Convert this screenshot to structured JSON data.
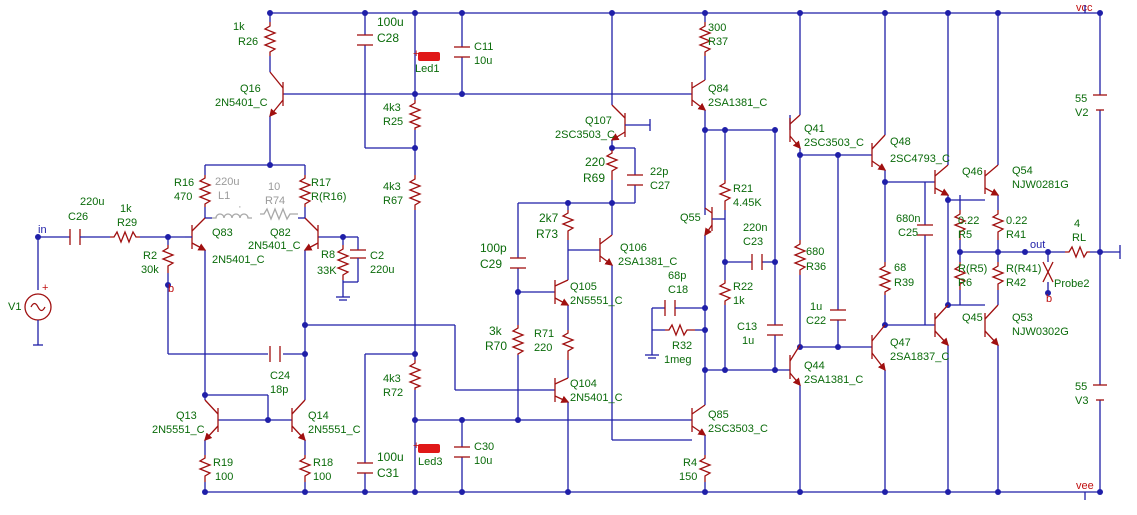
{
  "rails": {
    "vcc": "vcc",
    "vee": "vee"
  },
  "nodes": {
    "in": "in",
    "out": "out",
    "b1": "b",
    "b2": "b"
  },
  "labels": {
    "R26": [
      "1k",
      "R26"
    ],
    "C28": [
      "100u",
      "C28"
    ],
    "C11": [
      "C11",
      "10u"
    ],
    "Led1": "Led1",
    "R37": [
      "300",
      "R37"
    ],
    "Q16": [
      "Q16",
      "2N5401_C"
    ],
    "Q84": [
      "Q84",
      "2SA1381_C"
    ],
    "R25": [
      "4k3",
      "R25"
    ],
    "Q107": [
      "Q107",
      "2SC3503_C"
    ],
    "Q41": [
      "Q41",
      "2SC3503_C"
    ],
    "Q48": [
      "Q48",
      "2SC4793_C"
    ],
    "Q46": "Q46",
    "Q54": [
      "Q54",
      "NJW0281G"
    ],
    "R16": [
      "R16",
      "470"
    ],
    "L1": [
      "220u",
      "L1"
    ],
    "R74": [
      "10",
      "R74"
    ],
    "R17": [
      "R17",
      "R(R16)"
    ],
    "R67": [
      "4k3",
      "R67"
    ],
    "R69": [
      "220",
      "R69"
    ],
    "C27": [
      "22p",
      "C27"
    ],
    "R21": [
      "R21",
      "4.45K"
    ],
    "Q55": "Q55",
    "C25": [
      "680n",
      "C25"
    ],
    "R5": [
      "0.22",
      "R5"
    ],
    "R41": [
      "0.22",
      "R41"
    ],
    "RL": [
      "4",
      "RL"
    ],
    "V2": [
      "55",
      "V2"
    ],
    "C26": [
      "220u",
      "C26"
    ],
    "R29": [
      "1k",
      "R29"
    ],
    "Q83": [
      "Q83",
      "2N5401_C"
    ],
    "Q82": [
      "Q82",
      "2N5401_C"
    ],
    "R73": [
      "2k7",
      "R73"
    ],
    "Q106": [
      "Q106",
      "2SA1381_C"
    ],
    "C23": [
      "220n",
      "C23"
    ],
    "R2": [
      "R2",
      "30k"
    ],
    "R8": [
      "R8",
      "33K"
    ],
    "C2": [
      "C2",
      "220u"
    ],
    "C29": [
      "100p",
      "C29"
    ],
    "R36": [
      "680",
      "R36"
    ],
    "R39": [
      "68",
      "R39"
    ],
    "R6": [
      "R(R5)",
      "R6"
    ],
    "R42": [
      "R(R41)",
      "R42"
    ],
    "Probe2": "Probe2",
    "V1": "V1",
    "Q105": [
      "Q105",
      "2N5551_C"
    ],
    "C18": [
      "68p",
      "C18"
    ],
    "R22": [
      "R22",
      "1k"
    ],
    "R70": [
      "3k",
      "R70"
    ],
    "R71": [
      "R71",
      "220"
    ],
    "R32": [
      "R32",
      "1meg"
    ],
    "C13": [
      "C13",
      "1u"
    ],
    "C22": [
      "1u",
      "C22"
    ],
    "Q45": "Q45",
    "Q53": [
      "Q53",
      "NJW0302G"
    ],
    "C24": [
      "C24",
      "18p"
    ],
    "Q47": [
      "Q47",
      "2SA1837_C"
    ],
    "Q44": [
      "Q44",
      "2SA1381_C"
    ],
    "R72": [
      "4k3",
      "R72"
    ],
    "Q104": [
      "Q104",
      "2N5401_C"
    ],
    "Q13": [
      "Q13",
      "2N5551_C"
    ],
    "Q14": [
      "Q14",
      "2N5551_C"
    ],
    "C30": [
      "C30",
      "10u"
    ],
    "Q85": [
      "Q85",
      "2SC3503_C"
    ],
    "V3": [
      "55",
      "V3"
    ],
    "R19": [
      "R19",
      "100"
    ],
    "R18": [
      "R18",
      "100"
    ],
    "C31": [
      "100u",
      "C31"
    ],
    "Led3": "Led3",
    "R4": [
      "R4",
      "150"
    ]
  },
  "colors": {
    "wire": "#1f1fa8",
    "component": "#a01010",
    "label": "#0a6b0a",
    "disabled": "#9a9a9a",
    "probe": "#c01010",
    "led": "#e01818"
  }
}
